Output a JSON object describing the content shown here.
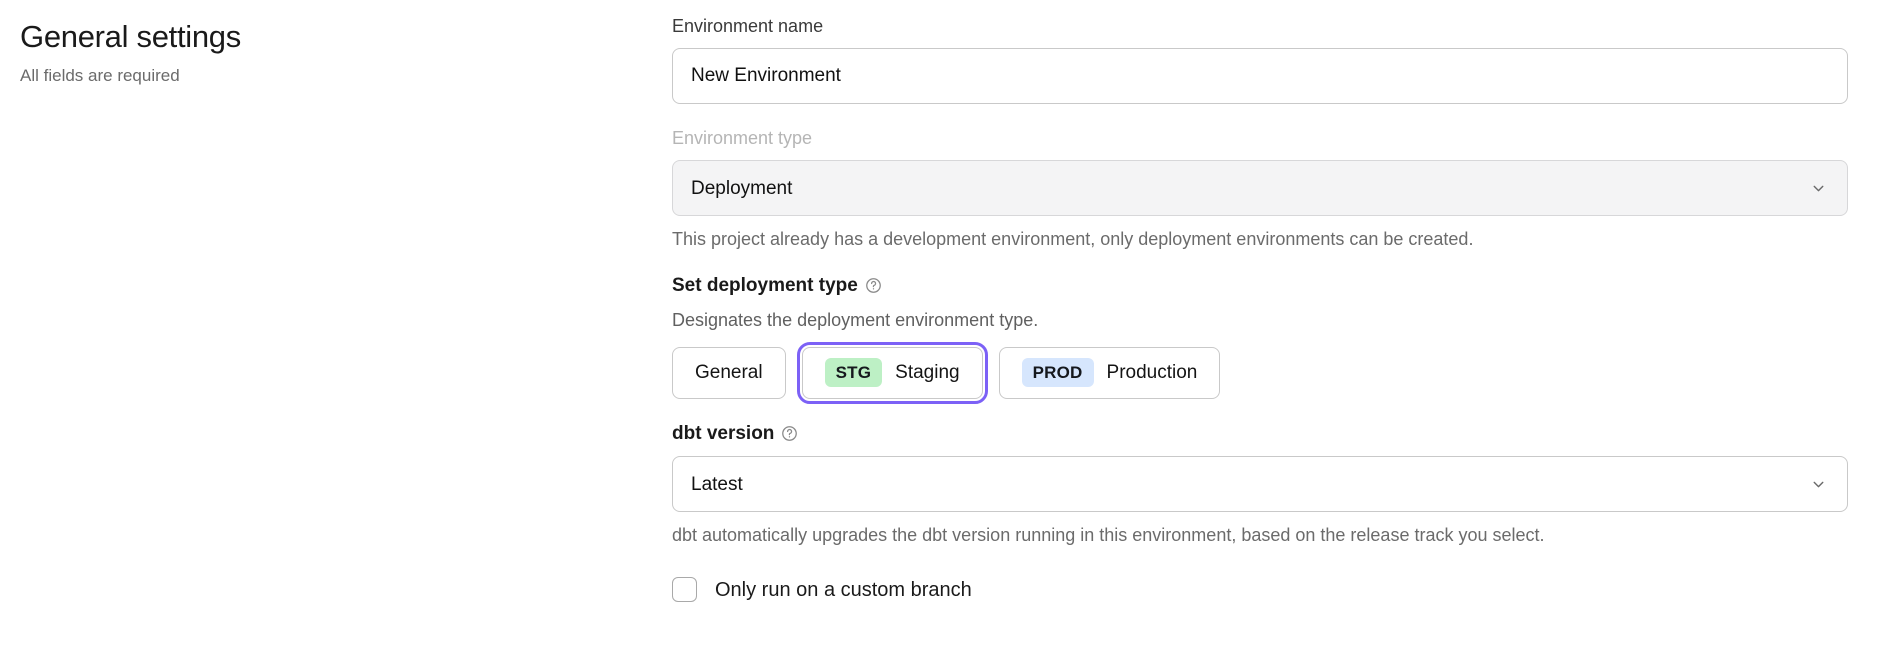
{
  "header": {
    "title": "General settings",
    "subtitle": "All fields are required"
  },
  "form": {
    "environment_name": {
      "label": "Environment name",
      "value": "New Environment",
      "placeholder": "Environment name"
    },
    "environment_type": {
      "label": "Environment type",
      "value": "Deployment",
      "disabled": true,
      "help_text": "This project already has a development environment, only deployment environments can be created.",
      "chevron_icon": "chevron-down-icon"
    },
    "deployment_type": {
      "label": "Set deployment type",
      "help_icon": "question-circle-icon",
      "description": "Designates the deployment environment type.",
      "options": [
        {
          "id": "general",
          "badge": "",
          "label": "General",
          "selected": false
        },
        {
          "id": "staging",
          "badge": "STG",
          "badge_color": "#bdf0c5",
          "label": "Staging",
          "selected": true
        },
        {
          "id": "production",
          "badge": "PROD",
          "badge_color": "#d6e6fd",
          "label": "Production",
          "selected": false
        }
      ],
      "focus_ring_color": "#7c61f6"
    },
    "dbt_version": {
      "label": "dbt version",
      "help_icon": "question-circle-icon",
      "value": "Latest",
      "help_text": "dbt automatically upgrades the dbt version running in this environment, based on the release track you select.",
      "chevron_icon": "chevron-down-icon"
    },
    "custom_branch": {
      "label": "Only run on a custom branch",
      "checked": false
    }
  }
}
